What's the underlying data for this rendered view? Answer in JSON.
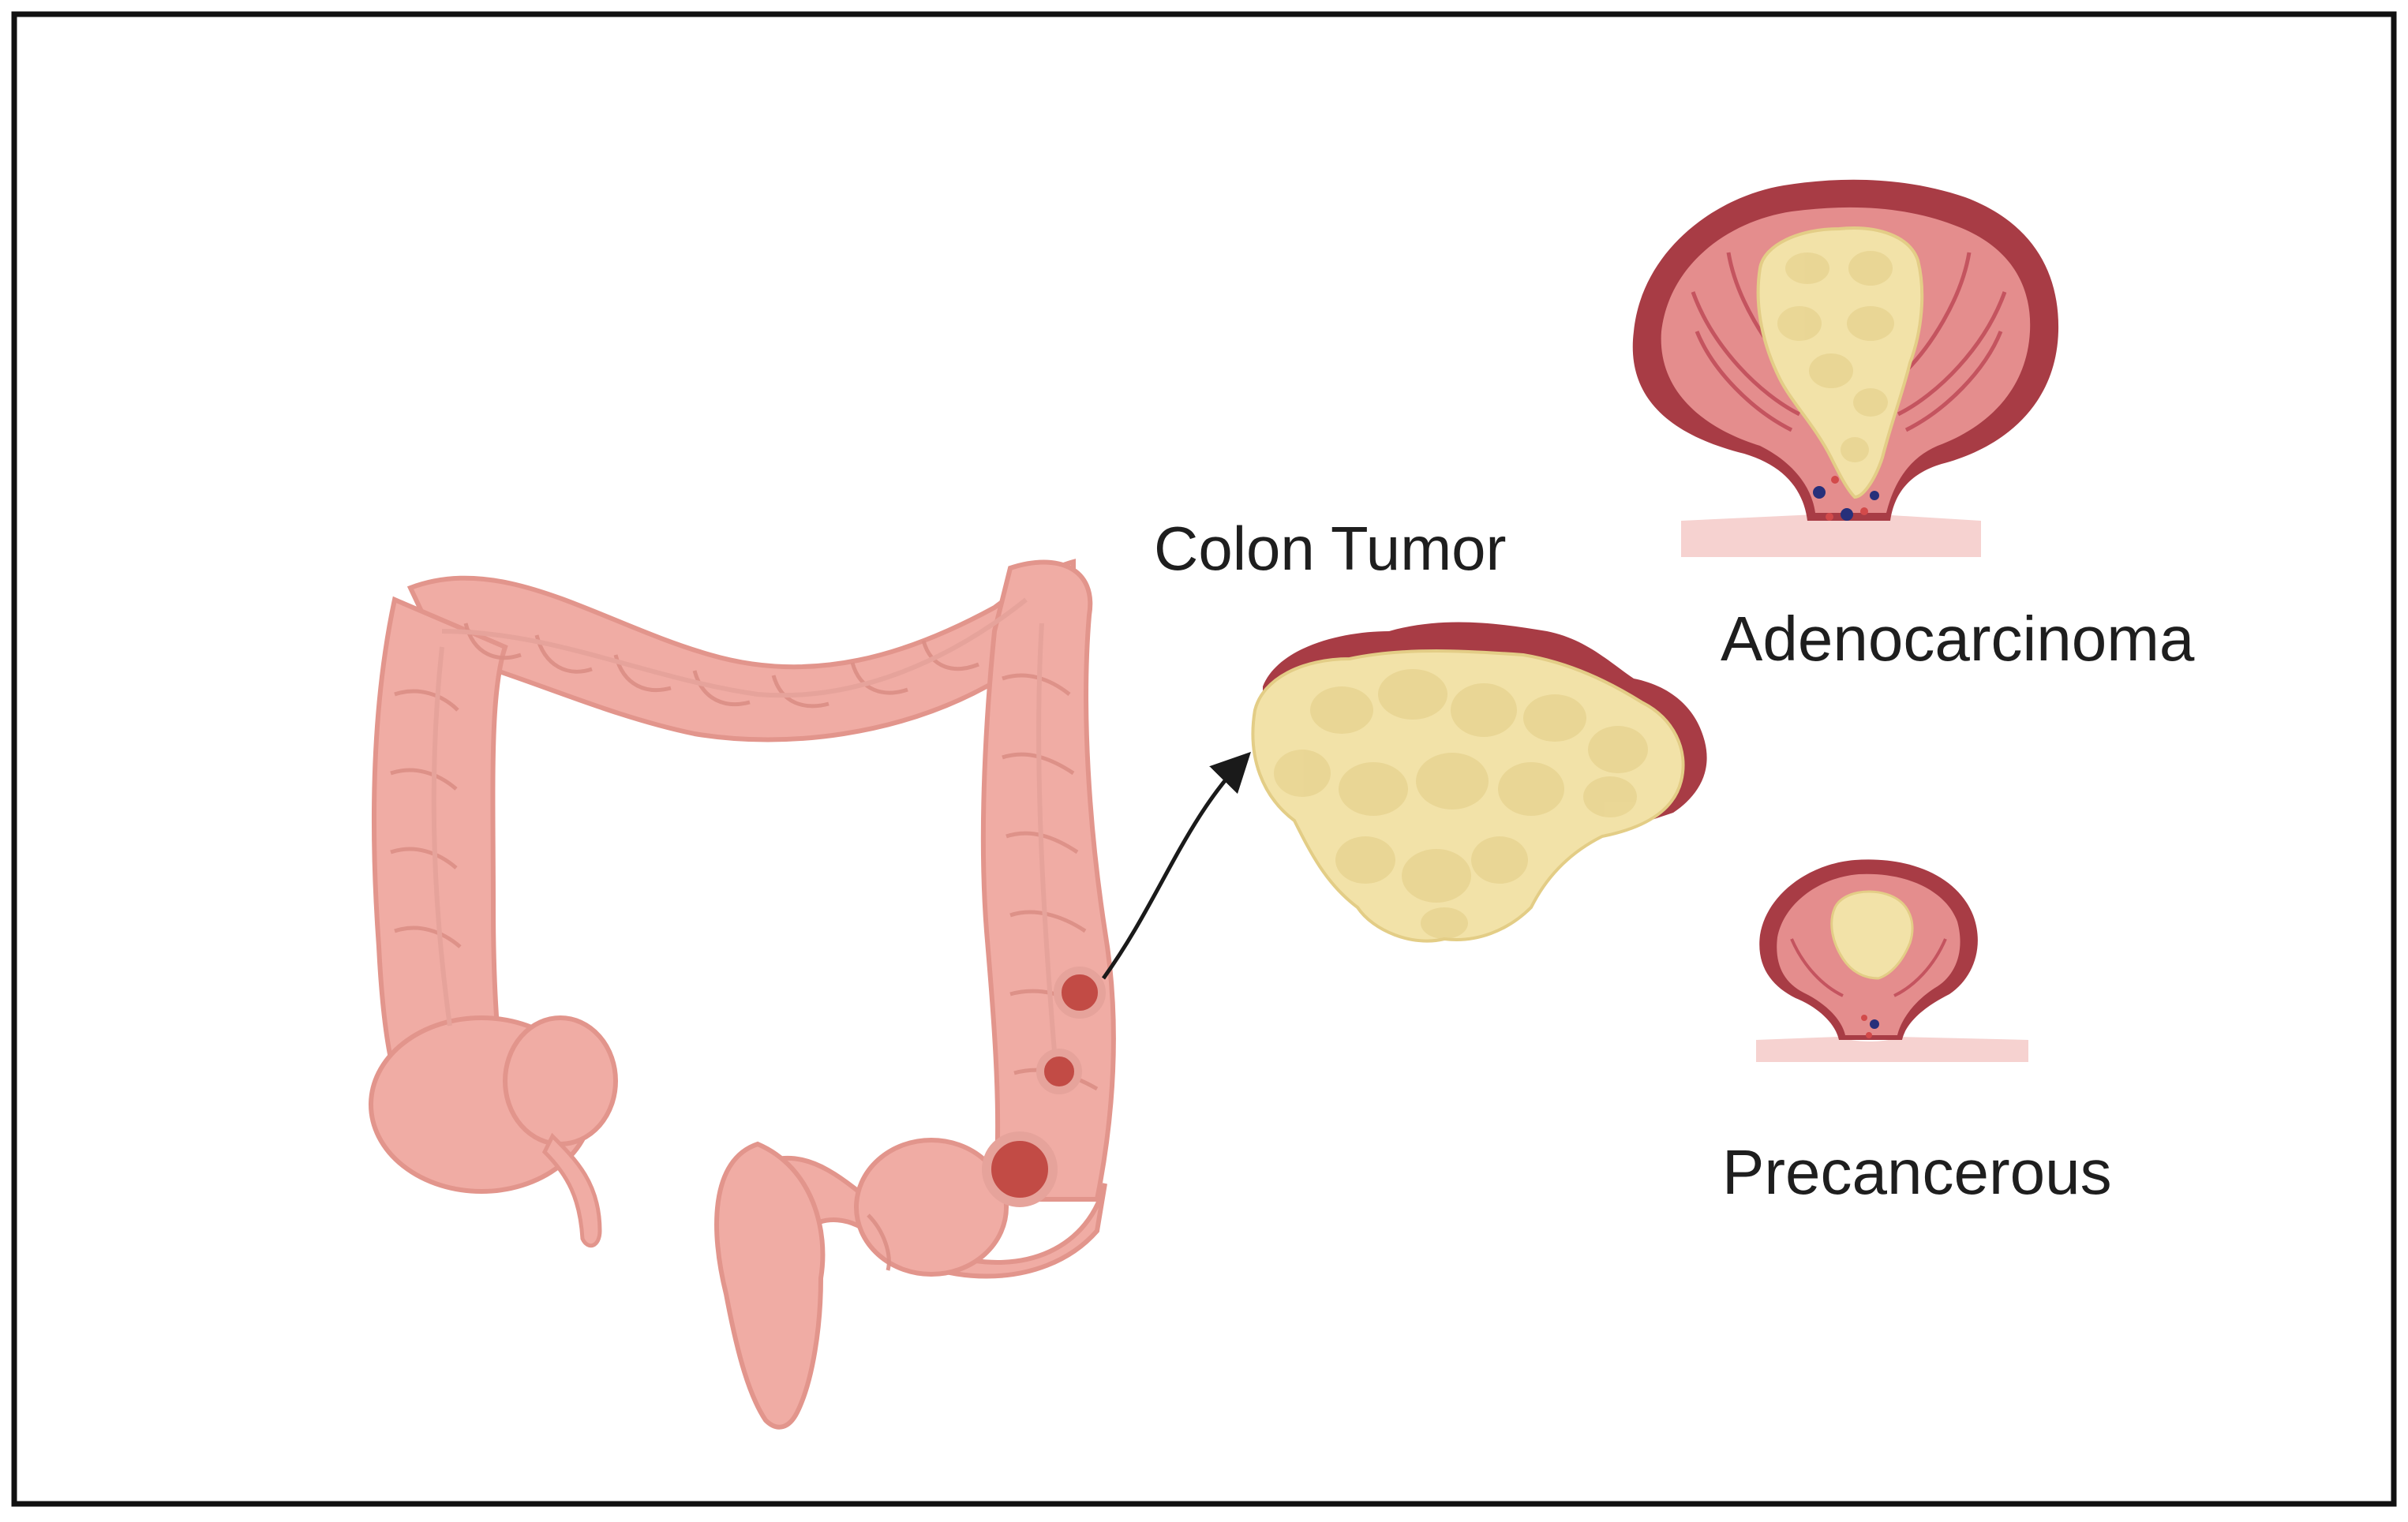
{
  "labels": {
    "colon_tumor": "Colon Tumor",
    "adenocarcinoma": "Adenocarcinoma",
    "precancerous": "Precancerous"
  },
  "colors": {
    "frame": "#111111",
    "colon_fill": "#f0aca4",
    "colon_outline": "#e2958c",
    "colon_dark": "#dc8f86",
    "tumor_fill": "#f2e2a8",
    "tumor_shade": "#e3cd86",
    "tumor_edge": "#a83c45",
    "polyp_outer": "#a83c45",
    "polyp_inner": "#e48d8d",
    "polyp_fold": "#c4545f",
    "lesion": "#c24b45",
    "cell_blue": "#27307a",
    "cell_red": "#d24a4a",
    "mucosa": "#f6d2d0",
    "arrow": "#1a1a1a",
    "text": "#1e1e1e"
  },
  "icons": [
    "colon-illustration",
    "tumor-mass-illustration",
    "adenocarcinoma-polyp-illustration",
    "precancerous-polyp-illustration",
    "pointer-arrow"
  ]
}
